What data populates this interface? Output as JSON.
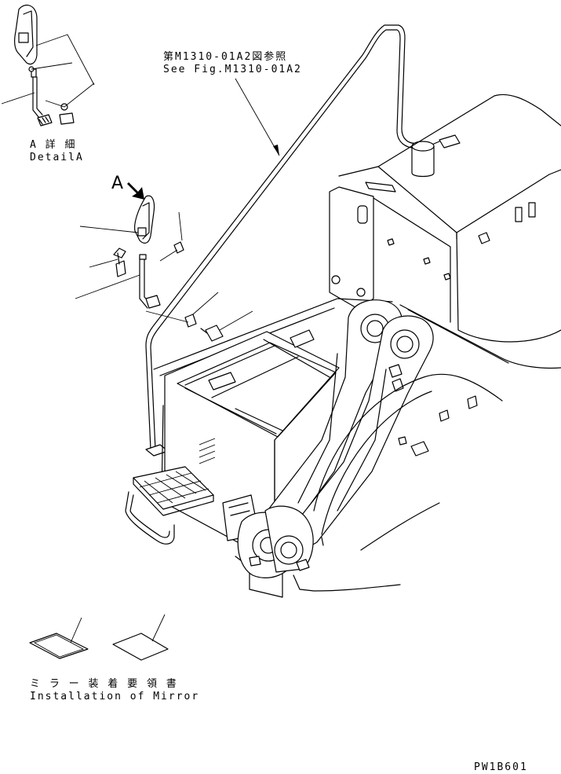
{
  "detail": {
    "marker": "A",
    "title_jp": "A 詳 細",
    "title_en": "DetailA"
  },
  "reference": {
    "jp": "第M1310-01A2図参照",
    "en": "See Fig.M1310-01A2"
  },
  "manual": {
    "jp": "ミ ラ ー 装 着 要 領 書",
    "en": "Installation of Mirror"
  },
  "figure_code": "PW1B601",
  "colors": {
    "line": "#000000",
    "background": "#ffffff"
  }
}
